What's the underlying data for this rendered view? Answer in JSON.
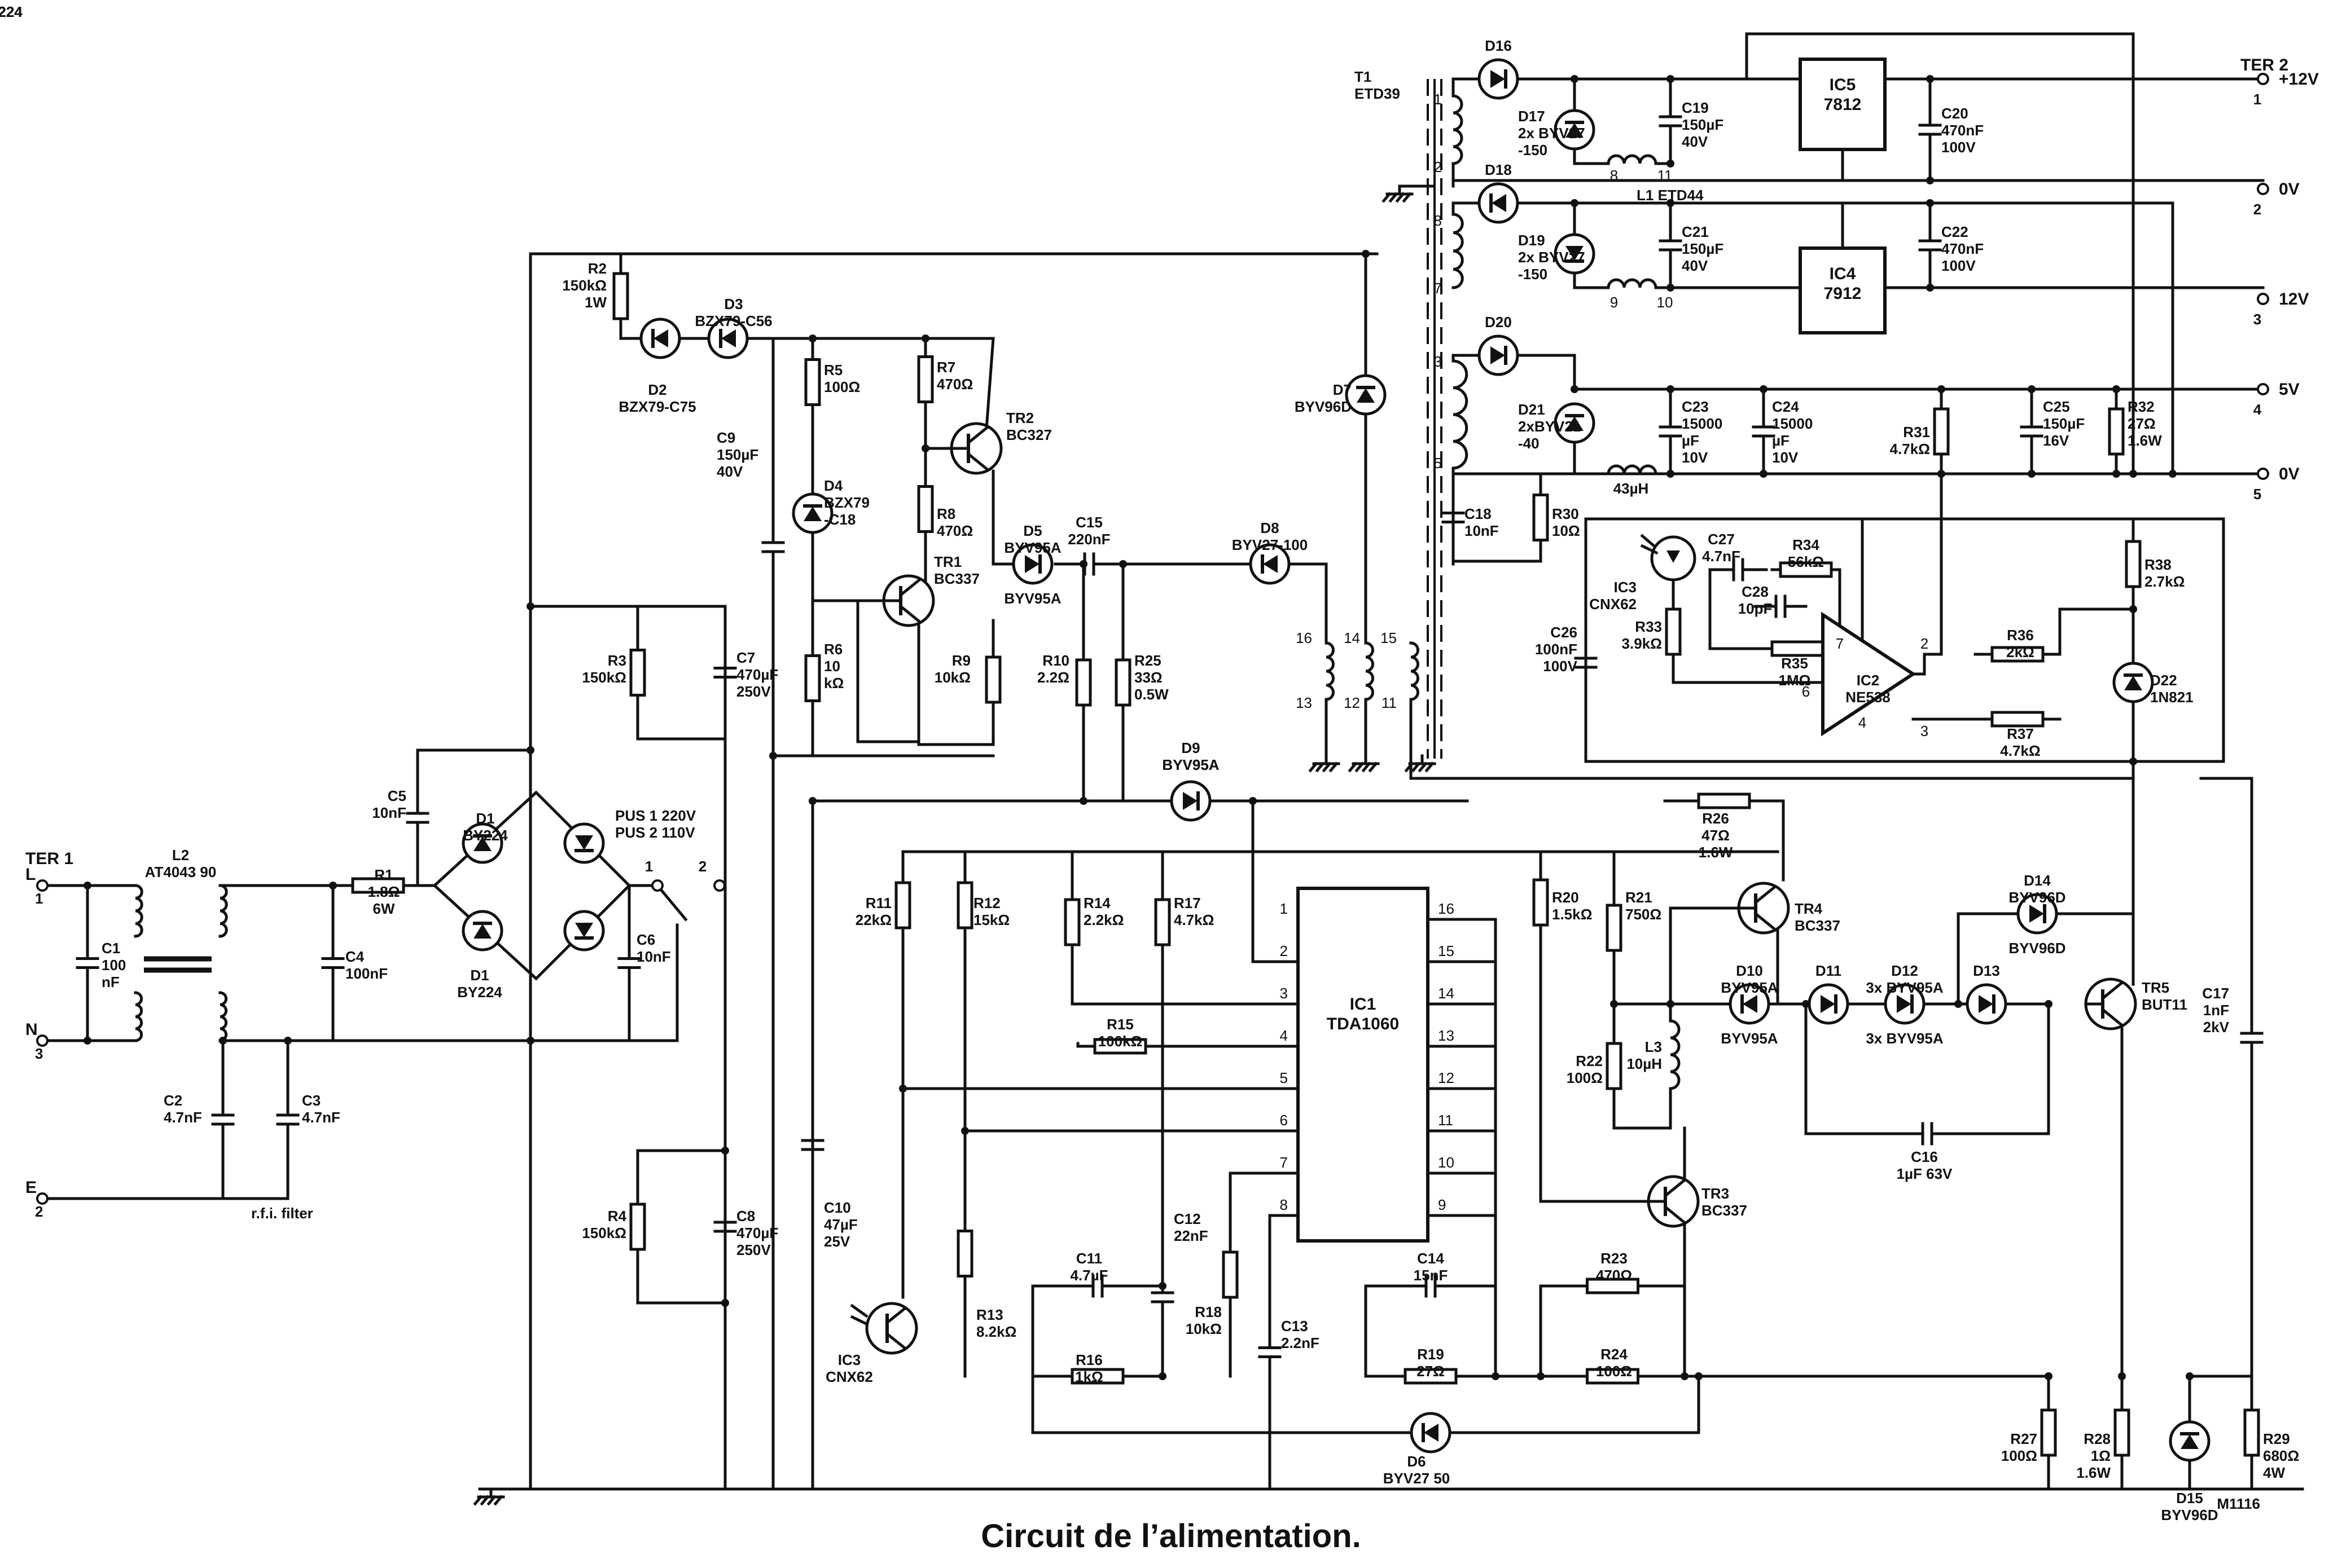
{
  "caption": "Circuit de l’alimentation.",
  "ref_code": "M1116",
  "filter_note": "r.f.i. filter",
  "terminals": {
    "ter1": {
      "label": "TER 1",
      "pins": [
        {
          "name": "L",
          "num": "1"
        },
        {
          "name": "N",
          "num": "3"
        },
        {
          "name": "E",
          "num": "2"
        }
      ]
    },
    "ter2": {
      "label": "TER 2",
      "pins": [
        {
          "name": "+12V",
          "num": "1"
        },
        {
          "name": "0V",
          "num": "2"
        },
        {
          "name": "12V",
          "num": "3"
        },
        {
          "name": "5V",
          "num": "4"
        },
        {
          "name": "0V",
          "num": "5"
        }
      ]
    }
  },
  "switch": {
    "label": "PUS 1 220V\nPUS 2 110V",
    "pos1": "1",
    "pos2": "2"
  },
  "components": {
    "L2": {
      "ref": "L2",
      "value": "AT4043 90"
    },
    "C1": {
      "ref": "C1",
      "value": "100\nnF"
    },
    "C2": {
      "ref": "C2",
      "value": "4.7nF"
    },
    "C3": {
      "ref": "C3",
      "value": "4.7nF"
    },
    "R1": {
      "ref": "R1",
      "value": "1.8Ω\n6W"
    },
    "C4": {
      "ref": "C4",
      "value": "100nF"
    },
    "C5": {
      "ref": "C5",
      "value": "10nF"
    },
    "D1": {
      "ref": "D1",
      "value": "BY224"
    },
    "C6": {
      "ref": "C6",
      "value": "10nF"
    },
    "R2": {
      "ref": "R2",
      "value": "150kΩ\n1W"
    },
    "D2": {
      "ref": "D2",
      "value": "BZX79-C75"
    },
    "D3": {
      "ref": "D3",
      "value": "BZX79-C56"
    },
    "R3": {
      "ref": "R3",
      "value": "150kΩ"
    },
    "C7": {
      "ref": "C7",
      "value": "470µF\n250V"
    },
    "R4": {
      "ref": "R4",
      "value": "150kΩ"
    },
    "C8": {
      "ref": "C8",
      "value": "470µF\n250V"
    },
    "C9": {
      "ref": "C9",
      "value": "150µF\n40V"
    },
    "R5": {
      "ref": "R5",
      "value": "100Ω"
    },
    "D4": {
      "ref": "D4",
      "value": "BZX79\n-C18"
    },
    "R6": {
      "ref": "R6",
      "value": "10\nkΩ"
    },
    "R7": {
      "ref": "R7",
      "value": "470Ω"
    },
    "R8": {
      "ref": "R8",
      "value": "470Ω"
    },
    "TR2": {
      "ref": "TR2",
      "value": "BC327"
    },
    "TR1": {
      "ref": "TR1",
      "value": "BC337"
    },
    "R9": {
      "ref": "R9",
      "value": "10kΩ"
    },
    "D5": {
      "ref": "D5",
      "value": "BYV95A"
    },
    "C15": {
      "ref": "C15",
      "value": "220nF"
    },
    "R10": {
      "ref": "R10",
      "value": "2.2Ω"
    },
    "R25": {
      "ref": "R25",
      "value": "33Ω\n0.5W"
    },
    "D8": {
      "ref": "D8",
      "value": "BYV27-100"
    },
    "D7": {
      "ref": "D7",
      "value": "BYV96D"
    },
    "D9": {
      "ref": "D9",
      "value": "BYV95A"
    },
    "T1": {
      "ref": "T1",
      "value": "ETD39"
    },
    "D16": {
      "ref": "D16",
      "value": ""
    },
    "D17": {
      "ref": "D17",
      "value": "2x BYV27\n-150"
    },
    "C19": {
      "ref": "C19",
      "value": "150µF\n40V"
    },
    "L1": {
      "ref": "L1",
      "value": "ETD44"
    },
    "IC5": {
      "ref": "IC5",
      "value": "7812"
    },
    "C20": {
      "ref": "C20",
      "value": "470nF\n100V"
    },
    "D18": {
      "ref": "D18",
      "value": ""
    },
    "D19": {
      "ref": "D19",
      "value": "2x BYV27\n-150"
    },
    "C21": {
      "ref": "C21",
      "value": "150µF\n40V"
    },
    "IC4": {
      "ref": "IC4",
      "value": "7912"
    },
    "C22": {
      "ref": "C22",
      "value": "470nF\n100V"
    },
    "D20": {
      "ref": "D20",
      "value": ""
    },
    "D21": {
      "ref": "D21",
      "value": "2xBYV21\n-40"
    },
    "C23": {
      "ref": "C23",
      "value": "15000\nµF\n10V"
    },
    "C24": {
      "ref": "C24",
      "value": "15000\nµF\n10V"
    },
    "L43": {
      "ref": "",
      "value": "43µH"
    },
    "R31": {
      "ref": "R31",
      "value": "4.7kΩ"
    },
    "C25": {
      "ref": "C25",
      "value": "150µF\n16V"
    },
    "R32": {
      "ref": "R32",
      "value": "27Ω\n1.6W"
    },
    "C18": {
      "ref": "C18",
      "value": "10nF"
    },
    "R30": {
      "ref": "R30",
      "value": "10Ω"
    },
    "IC3a": {
      "ref": "IC3",
      "value": "CNX62"
    },
    "C27": {
      "ref": "C27",
      "value": "4.7nF"
    },
    "R34": {
      "ref": "R34",
      "value": "56kΩ"
    },
    "C28": {
      "ref": "C28",
      "value": "10pF"
    },
    "R35": {
      "ref": "R35",
      "value": "1MΩ"
    },
    "C26": {
      "ref": "C26",
      "value": "100nF\n100V"
    },
    "R33": {
      "ref": "R33",
      "value": "3.9kΩ"
    },
    "IC2": {
      "ref": "IC2",
      "value": "NE538"
    },
    "R36": {
      "ref": "R36",
      "value": "2kΩ"
    },
    "R37": {
      "ref": "R37",
      "value": "4.7kΩ"
    },
    "R38": {
      "ref": "R38",
      "value": "2.7kΩ"
    },
    "D22": {
      "ref": "D22",
      "value": "1N821"
    },
    "R11": {
      "ref": "R11",
      "value": "22kΩ"
    },
    "R12": {
      "ref": "R12",
      "value": "15kΩ"
    },
    "R14": {
      "ref": "R14",
      "value": "2.2kΩ"
    },
    "R17": {
      "ref": "R17",
      "value": "4.7kΩ"
    },
    "R15": {
      "ref": "R15",
      "value": "100kΩ"
    },
    "IC1": {
      "ref": "IC1",
      "value": "TDA1060"
    },
    "R20": {
      "ref": "R20",
      "value": "1.5kΩ"
    },
    "R21": {
      "ref": "R21",
      "value": "750Ω"
    },
    "R26": {
      "ref": "R26",
      "value": "47Ω\n1.6W"
    },
    "TR4": {
      "ref": "TR4",
      "value": "BC337"
    },
    "D14": {
      "ref": "D14",
      "value": "BYV96D"
    },
    "D10": {
      "ref": "D10",
      "value": "BYV95A"
    },
    "D11": {
      "ref": "D11",
      "value": ""
    },
    "D12": {
      "ref": "D12",
      "value": "3x BYV95A"
    },
    "D13": {
      "ref": "D13",
      "value": ""
    },
    "TR5": {
      "ref": "TR5",
      "value": "BUT11"
    },
    "C17": {
      "ref": "C17",
      "value": "1nF\n2kV"
    },
    "R22": {
      "ref": "R22",
      "value": "100Ω"
    },
    "L3": {
      "ref": "L3",
      "value": "10µH"
    },
    "C16": {
      "ref": "C16",
      "value": "1µF 63V"
    },
    "TR3": {
      "ref": "TR3",
      "value": "BC337"
    },
    "C10": {
      "ref": "C10",
      "value": "47µF\n25V"
    },
    "IC3b": {
      "ref": "IC3",
      "value": "CNX62"
    },
    "R13": {
      "ref": "R13",
      "value": "8.2kΩ"
    },
    "C11": {
      "ref": "C11",
      "value": "4.7µF"
    },
    "R16": {
      "ref": "R16",
      "value": "1kΩ"
    },
    "C12": {
      "ref": "C12",
      "value": "22nF"
    },
    "R18": {
      "ref": "R18",
      "value": "10kΩ"
    },
    "C13": {
      "ref": "C13",
      "value": "2.2nF"
    },
    "C14": {
      "ref": "C14",
      "value": "15nF"
    },
    "R19": {
      "ref": "R19",
      "value": "27Ω"
    },
    "R23": {
      "ref": "R23",
      "value": "470Ω"
    },
    "R24": {
      "ref": "R24",
      "value": "100Ω"
    },
    "D6": {
      "ref": "D6",
      "value": "BYV27 50"
    },
    "R27": {
      "ref": "R27",
      "value": "100Ω"
    },
    "R28": {
      "ref": "R28",
      "value": "1Ω\n1.6W"
    },
    "D15": {
      "ref": "D15",
      "value": "BYV96D"
    },
    "R29": {
      "ref": "R29",
      "value": "680Ω\n4W"
    }
  },
  "ic1_pins": {
    "left": [
      "1",
      "2",
      "3",
      "4",
      "5",
      "6",
      "7",
      "8"
    ],
    "right": [
      "16",
      "15",
      "14",
      "13",
      "12",
      "11",
      "10",
      "9"
    ]
  },
  "ic2_pins": [
    "7",
    "6",
    "4",
    "3",
    "2"
  ],
  "transformer_pins": [
    "1",
    "2",
    "3",
    "4",
    "5",
    "6",
    "7",
    "8",
    "9",
    "10",
    "11",
    "12",
    "13",
    "14",
    "15",
    "16"
  ]
}
